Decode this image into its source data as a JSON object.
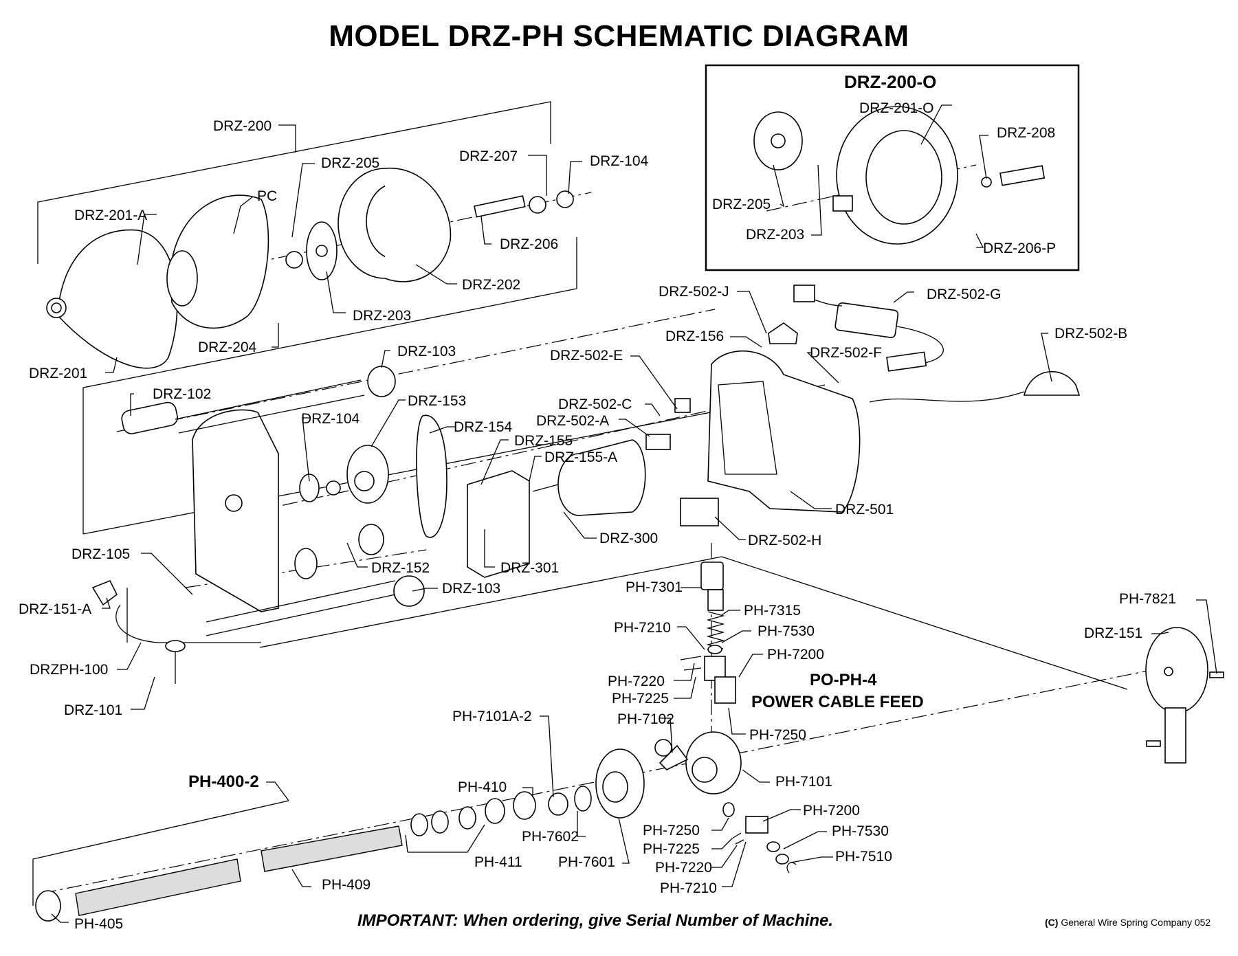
{
  "title": "MODEL DRZ-PH SCHEMATIC DIAGRAM",
  "inset_title": "DRZ-200-O",
  "feed_title_1": "PO-PH-4",
  "feed_title_2": "POWER CABLE FEED",
  "important": "IMPORTANT: When ordering, give Serial Number of Machine.",
  "copyright_mark": "(C)",
  "copyright": "General Wire Spring Company 052",
  "labels": [
    "DRZ-200",
    "DRZ-205",
    "DRZ-207",
    "DRZ-104",
    "PC",
    "DRZ-201-A",
    "DRZ-206",
    "DRZ-202",
    "DRZ-203",
    "DRZ-204",
    "DRZ-201",
    "DRZ-201-O",
    "DRZ-208",
    "DRZ-205",
    "DRZ-203",
    "DRZ-206-P",
    "DRZ-502-J",
    "DRZ-502-G",
    "DRZ-156",
    "DRZ-502-F",
    "DRZ-502-B",
    "DRZ-502-E",
    "DRZ-103",
    "DRZ-102",
    "DRZ-153",
    "DRZ-104",
    "DRZ-154",
    "DRZ-155",
    "DRZ-502-C",
    "DRZ-502-A",
    "DRZ-155-A",
    "DRZ-501",
    "DRZ-502-H",
    "DRZ-300",
    "DRZ-152",
    "DRZ-301",
    "DRZ-105",
    "DRZ-151-A",
    "DRZ-103",
    "DRZPH-100",
    "DRZ-101",
    "PH-7301",
    "PH-7315",
    "PH-7210",
    "PH-7530",
    "PH-7200",
    "PH-7220",
    "PH-7225",
    "PH-7102",
    "PH-7250",
    "PH-7101A-2",
    "PH-7821",
    "DRZ-151",
    "PH-400-2",
    "PH-410",
    "PH-7101",
    "PH-7200",
    "PH-7602",
    "PH-7250",
    "PH-7530",
    "PH-7225",
    "PH-7510",
    "PH-7601",
    "PH-7220",
    "PH-7210",
    "PH-411",
    "PH-409",
    "PH-405"
  ]
}
